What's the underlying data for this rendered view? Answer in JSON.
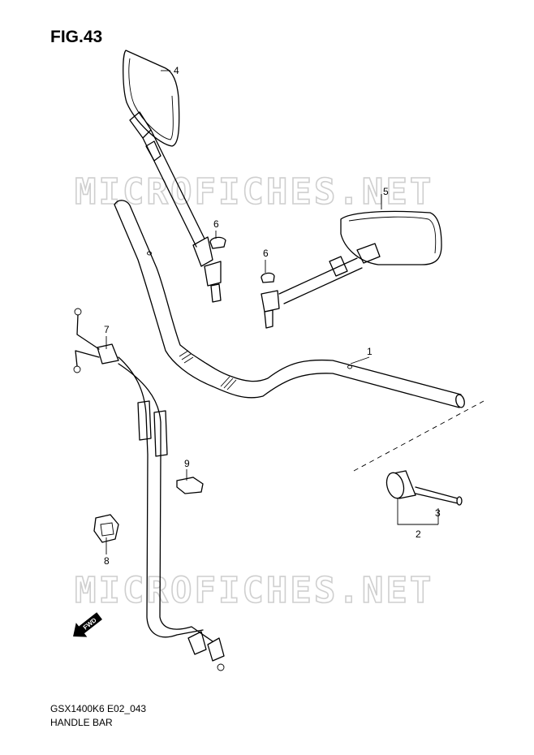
{
  "figure": {
    "title": "FIG.43",
    "code": "GSX1400K6 E02_043",
    "name": "HANDLE BAR"
  },
  "watermark": {
    "text": "MICROFICHES.NET"
  },
  "callouts": [
    "1",
    "2",
    "3",
    "4",
    "5",
    "6",
    "6",
    "7",
    "8",
    "9"
  ],
  "direction_arrow": {
    "label": "FWD"
  }
}
